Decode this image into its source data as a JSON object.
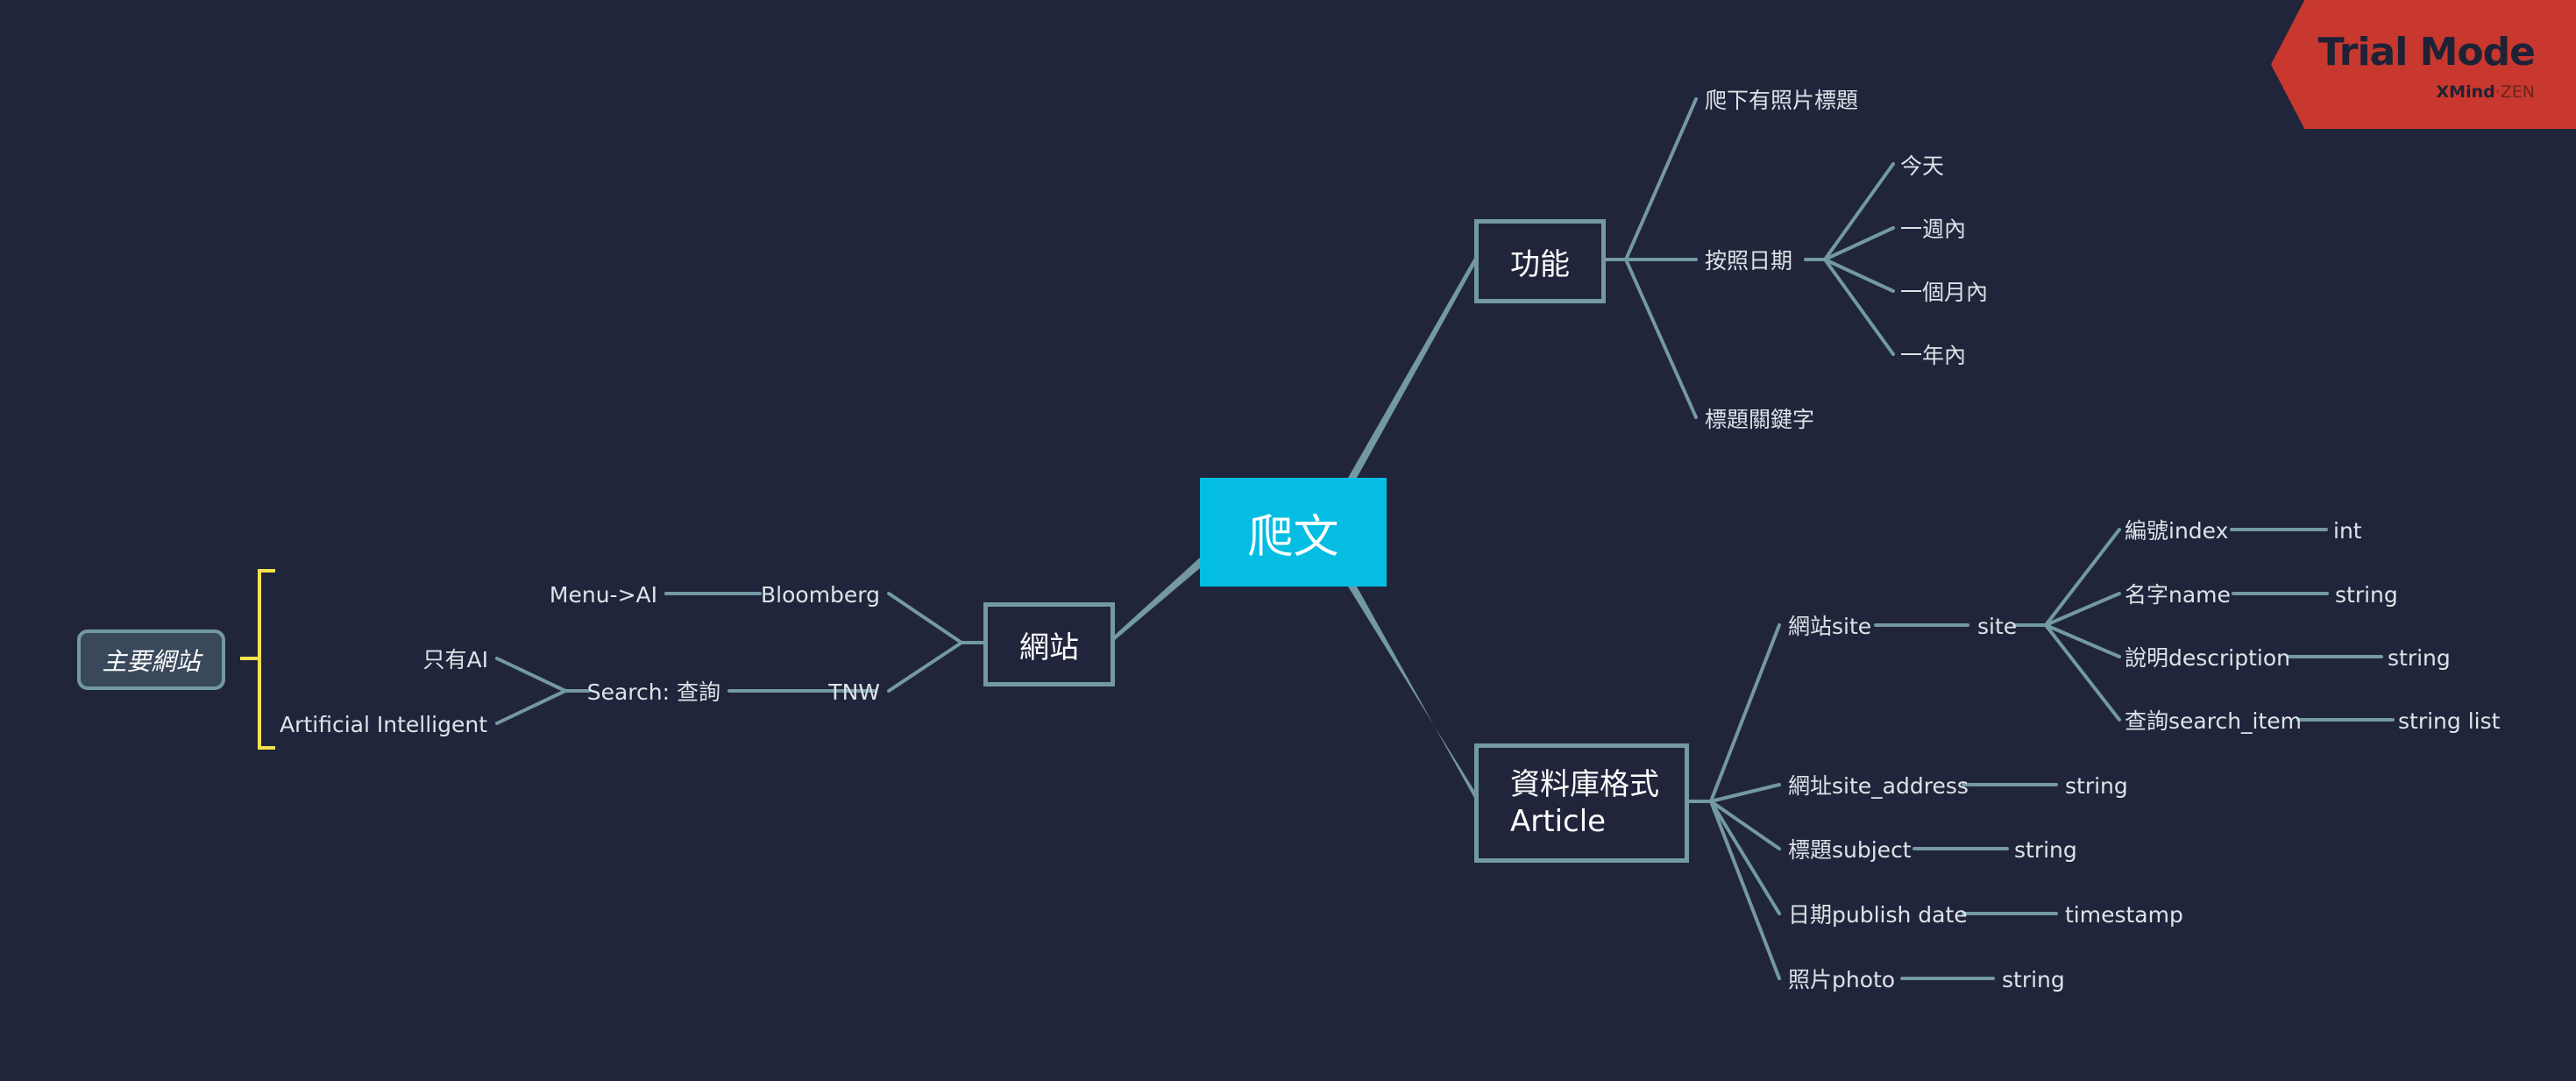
{
  "mindmap": {
    "central": "爬文",
    "functions": {
      "title": "功能",
      "items": [
        "爬下有照片標題",
        "按照日期",
        "標題關鍵字"
      ],
      "date_options": [
        "今天",
        "一週內",
        "一個月內",
        "一年內"
      ]
    },
    "website": {
      "title": "網站",
      "sites": [
        "Bloomberg",
        "TNW"
      ],
      "bloomberg_path": "Menu->AI",
      "tnw_path": "Search: 查詢",
      "search_terms": [
        "只有AI",
        "Artificial Intelligent"
      ]
    },
    "database": {
      "title_line1": "資料庫格式",
      "title_line2": "Article",
      "site_field": "網站site",
      "site_model": "site",
      "site_subfields": [
        {
          "name": "編號index",
          "type": "int"
        },
        {
          "name": "名字name",
          "type": "string"
        },
        {
          "name": "說明description",
          "type": "string"
        },
        {
          "name": "查詢search_item",
          "type": "string list"
        }
      ],
      "fields": [
        {
          "name": "網址site_address",
          "type": "string"
        },
        {
          "name": "標題subject",
          "type": "string"
        },
        {
          "name": "日期publish date",
          "type": "timestamp"
        },
        {
          "name": "照片photo",
          "type": "string"
        }
      ]
    },
    "floating_topic": "主要網站"
  },
  "badge": {
    "title": "Trial Mode",
    "brand": "XMind",
    "edition": "ZEN",
    "separator": "·"
  },
  "colors": {
    "background": "#21253b",
    "line": "#7399a2",
    "central": "#05bde3",
    "bracket": "#f5e24f",
    "badge": "#c8382e"
  }
}
